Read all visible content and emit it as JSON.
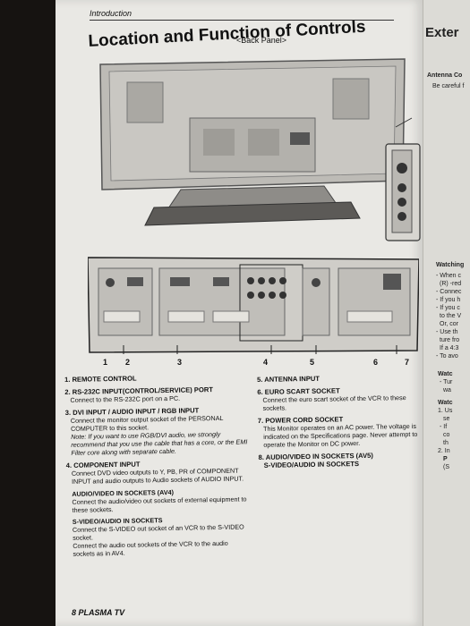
{
  "header": {
    "section": "Introduction",
    "title": "Location and Function of Controls",
    "subtitle": "<Back Panel>"
  },
  "callout_numbers": [
    "1",
    "2",
    "3",
    "4",
    "5",
    "6",
    "7"
  ],
  "items_left": [
    {
      "title": "1. REMOTE CONTROL",
      "desc": ""
    },
    {
      "title": "2. RS-232C INPUT(CONTROL/SERVICE) PORT",
      "desc": "Connect to the RS-232C port on a PC."
    },
    {
      "title": "3. DVI INPUT / AUDIO INPUT / RGB INPUT",
      "desc": "Connect the monitor output socket of the PERSONAL COMPUTER to this socket.",
      "note": "Note: If you want to use RGB/DVI audio, we strongly recommend that you use the cable that has a core, or the EMI Filter core along with separate cable."
    },
    {
      "title": "4. COMPONENT INPUT",
      "desc": "Connect DVD video outputs to Y, PB, PR of COMPONENT INPUT and audio outputs to Audio sockets of AUDIO INPUT."
    }
  ],
  "av4": {
    "title": "AUDIO/VIDEO IN SOCKETS (AV4)",
    "desc": "Connect the audio/video out sockets of external equipment to these sockets.",
    "svideo_title": "S-VIDEO/AUDIO IN SOCKETS",
    "svideo_desc1": "Connect the S-VIDEO out socket of an VCR to the S-VIDEO socket.",
    "svideo_desc2": "Connect the audio out sockets of the VCR to the audio sockets as in AV4."
  },
  "items_right": [
    {
      "title": "5. ANTENNA INPUT",
      "desc": ""
    },
    {
      "title": "6. EURO SCART SOCKET",
      "desc": "Connect the euro scart socket of the VCR to these sockets."
    },
    {
      "title": "7. POWER CORD SOCKET",
      "desc": "This Monitor operates on an AC power. The voltage is indicated on the Specifications page. Never attempt to operate the Monitor on DC power."
    },
    {
      "title": "8. AUDIO/VIDEO IN SOCKETS (AV5)",
      "desc": ""
    }
  ],
  "av5_extra": "S-VIDEO/AUDIO IN SOCKETS",
  "footer": "8  PLASMA TV",
  "next_page": {
    "title": "Exter",
    "heading1": "Antenna Co",
    "line1": "Be careful f",
    "heading2": "Watching",
    "lines": [
      "- When c",
      "(R) -red",
      "- Connec",
      "- If you h",
      "- If you c",
      "to the V",
      "Or, cor",
      "- Use th",
      "ture fro",
      "If a 4:3",
      "- To avo"
    ],
    "heading3": "Watc",
    "lines3": [
      "- Tur",
      "wa"
    ],
    "heading4": "Watc",
    "lines4": [
      "1. Us",
      "se",
      "- If",
      "co",
      "th",
      "2. In",
      "P",
      "(S"
    ]
  },
  "colors": {
    "page": "#e9e8e4",
    "background": "#161311",
    "ink": "#111111"
  }
}
